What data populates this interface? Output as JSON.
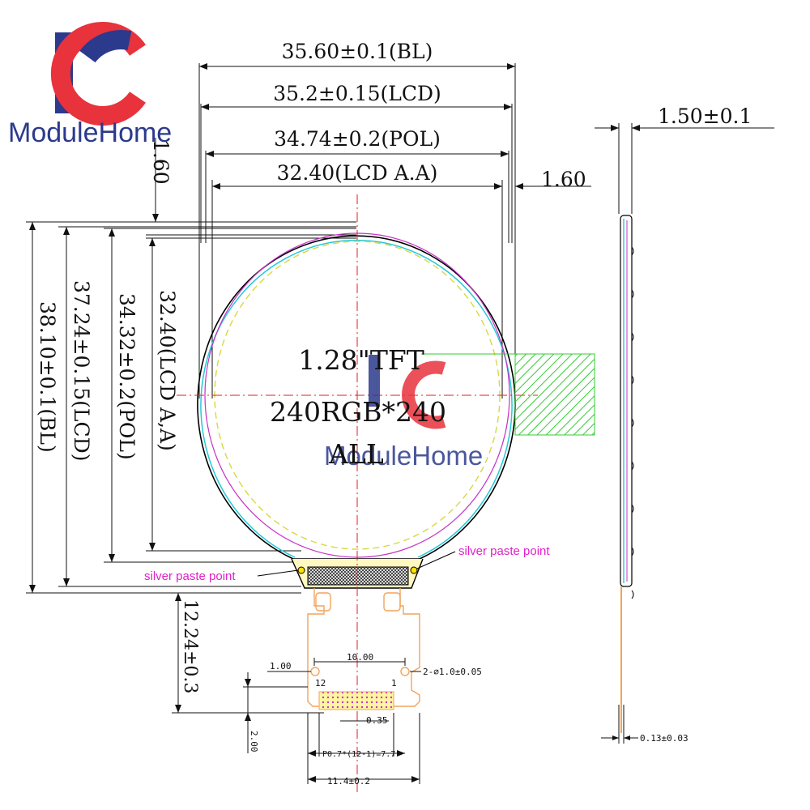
{
  "logo": {
    "letters": "IC",
    "brand": "ModuleHome",
    "colors": {
      "blue": "#2b3a8c",
      "red": "#e8323c"
    }
  },
  "dims": {
    "bl_width": "35.60±0.1(BL)",
    "lcd_width": "35.2±0.15(LCD)",
    "pol_width": "34.74±0.2(POL)",
    "aa_width": "32.40(LCD A.A)",
    "offset_left": "1.60",
    "offset_right": "1.60",
    "thickness": "1.50±0.1",
    "aa_height": "32.40(LCD A,A)",
    "pol_height": "34.32±0.2(POL)",
    "lcd_height": "37.24±0.15(LCD)",
    "bl_height": "38.10±0.1(BL)",
    "fpc_length": "12.24±0.3",
    "fpc_thickness": "0.13±0.03",
    "pin_offset": "1.00",
    "pin_span": "10.00",
    "holes": "2-⌀1.0±0.05",
    "pin_last": "12",
    "pin_first": "1",
    "pin_width": "0.35",
    "tail": "2.00",
    "pitch": "P0.7*(12-1)=7.7",
    "fpc_width": "11.4±0.2"
  },
  "center_text": {
    "line1": "1.28\"TFT",
    "line2": "240RGB*240",
    "line3": "ALL"
  },
  "notes": {
    "silver_left": "silver paste point",
    "silver_right": "silver paste point"
  },
  "colors": {
    "dim_line": "#111111",
    "bl_outline": "#000000",
    "lcd_outline": "#27c9d8",
    "pol_outline": "#c634c6",
    "aa_outline": "#d8d840",
    "center_line": "#e02020",
    "fpc": "#f2a45a",
    "hatch": "#33cc33",
    "note": "#e020c8"
  }
}
